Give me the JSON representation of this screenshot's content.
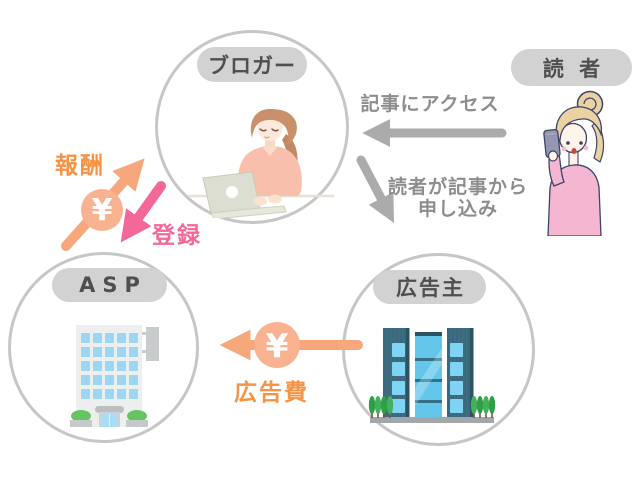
{
  "nodes": {
    "blogger": {
      "label": "ブロガー"
    },
    "reader": {
      "label": "読 者"
    },
    "asp": {
      "label": "ASP"
    },
    "advertiser": {
      "label": "広告主"
    }
  },
  "flows": {
    "access": {
      "label": "記事にアクセス"
    },
    "apply": {
      "line1": "読者が記事から",
      "line2": "申し込み"
    },
    "reward": {
      "label": "報酬",
      "symbol": "¥"
    },
    "register": {
      "label": "登録"
    },
    "ad_fee": {
      "label": "広告費",
      "symbol": "¥"
    }
  },
  "colors": {
    "orange_text": "#F79345",
    "orange_arrow": "#F6A77B",
    "yen_badge": "#F8B290",
    "pink": "#F4679B",
    "gray_arrow": "#ABABAB",
    "gray_label": "#8D8D8D",
    "pill_bg": "#D2D2D2",
    "pill_text": "#4F4F4F",
    "circle_border": "#C6C6C6"
  }
}
